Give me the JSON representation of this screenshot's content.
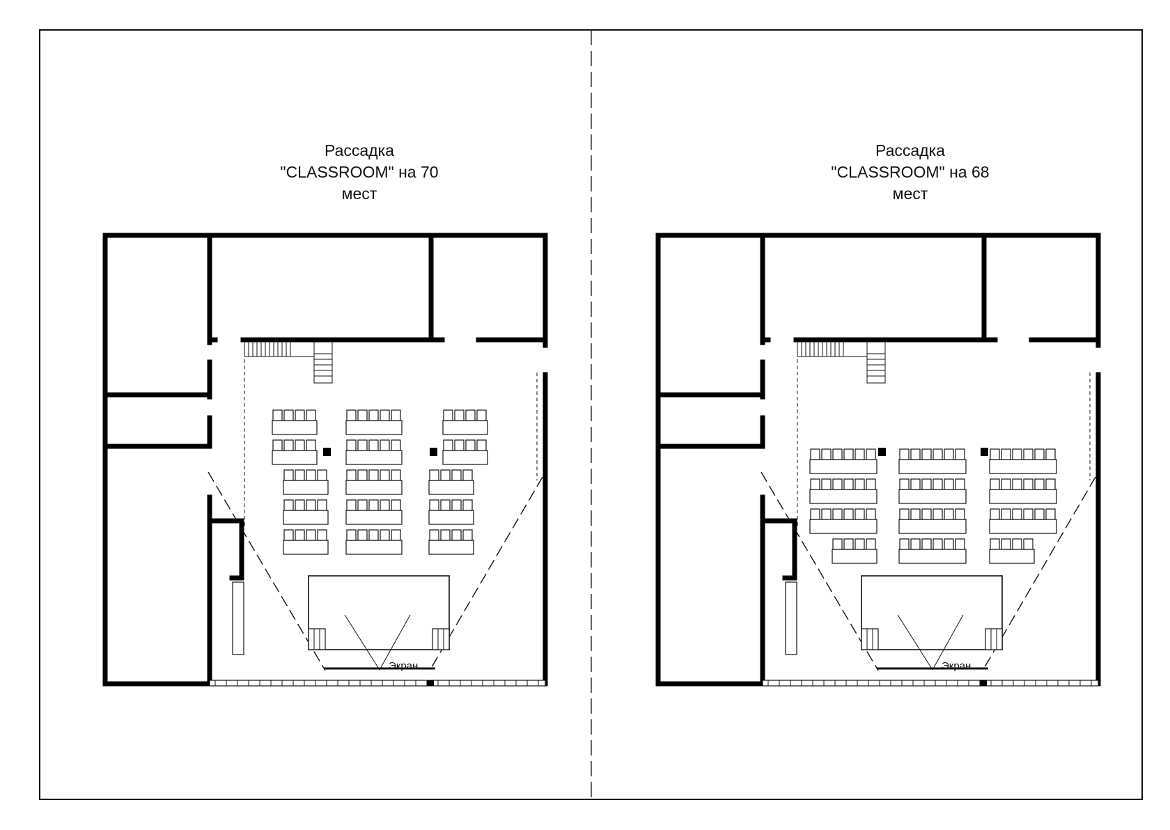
{
  "plans": [
    {
      "title_line1": "Рассадка",
      "title_line2": "\"CLASSROOM\" на 70",
      "title_line3": "мест",
      "screen_label": "Экран",
      "seat_count": 70,
      "rows": [
        [
          4,
          5,
          4
        ],
        [
          4,
          5,
          4
        ],
        [
          4,
          5,
          4
        ],
        [
          4,
          5,
          4
        ],
        [
          4,
          5,
          4
        ]
      ]
    },
    {
      "title_line1": "Рассадка",
      "title_line2": "\"CLASSROOM\" на 68",
      "title_line3": "мест",
      "screen_label": "Экран",
      "seat_count": 68,
      "rows": [
        [
          6,
          6,
          6
        ],
        [
          6,
          6,
          6
        ],
        [
          6,
          6,
          6
        ],
        [
          4,
          6,
          4
        ]
      ]
    }
  ]
}
